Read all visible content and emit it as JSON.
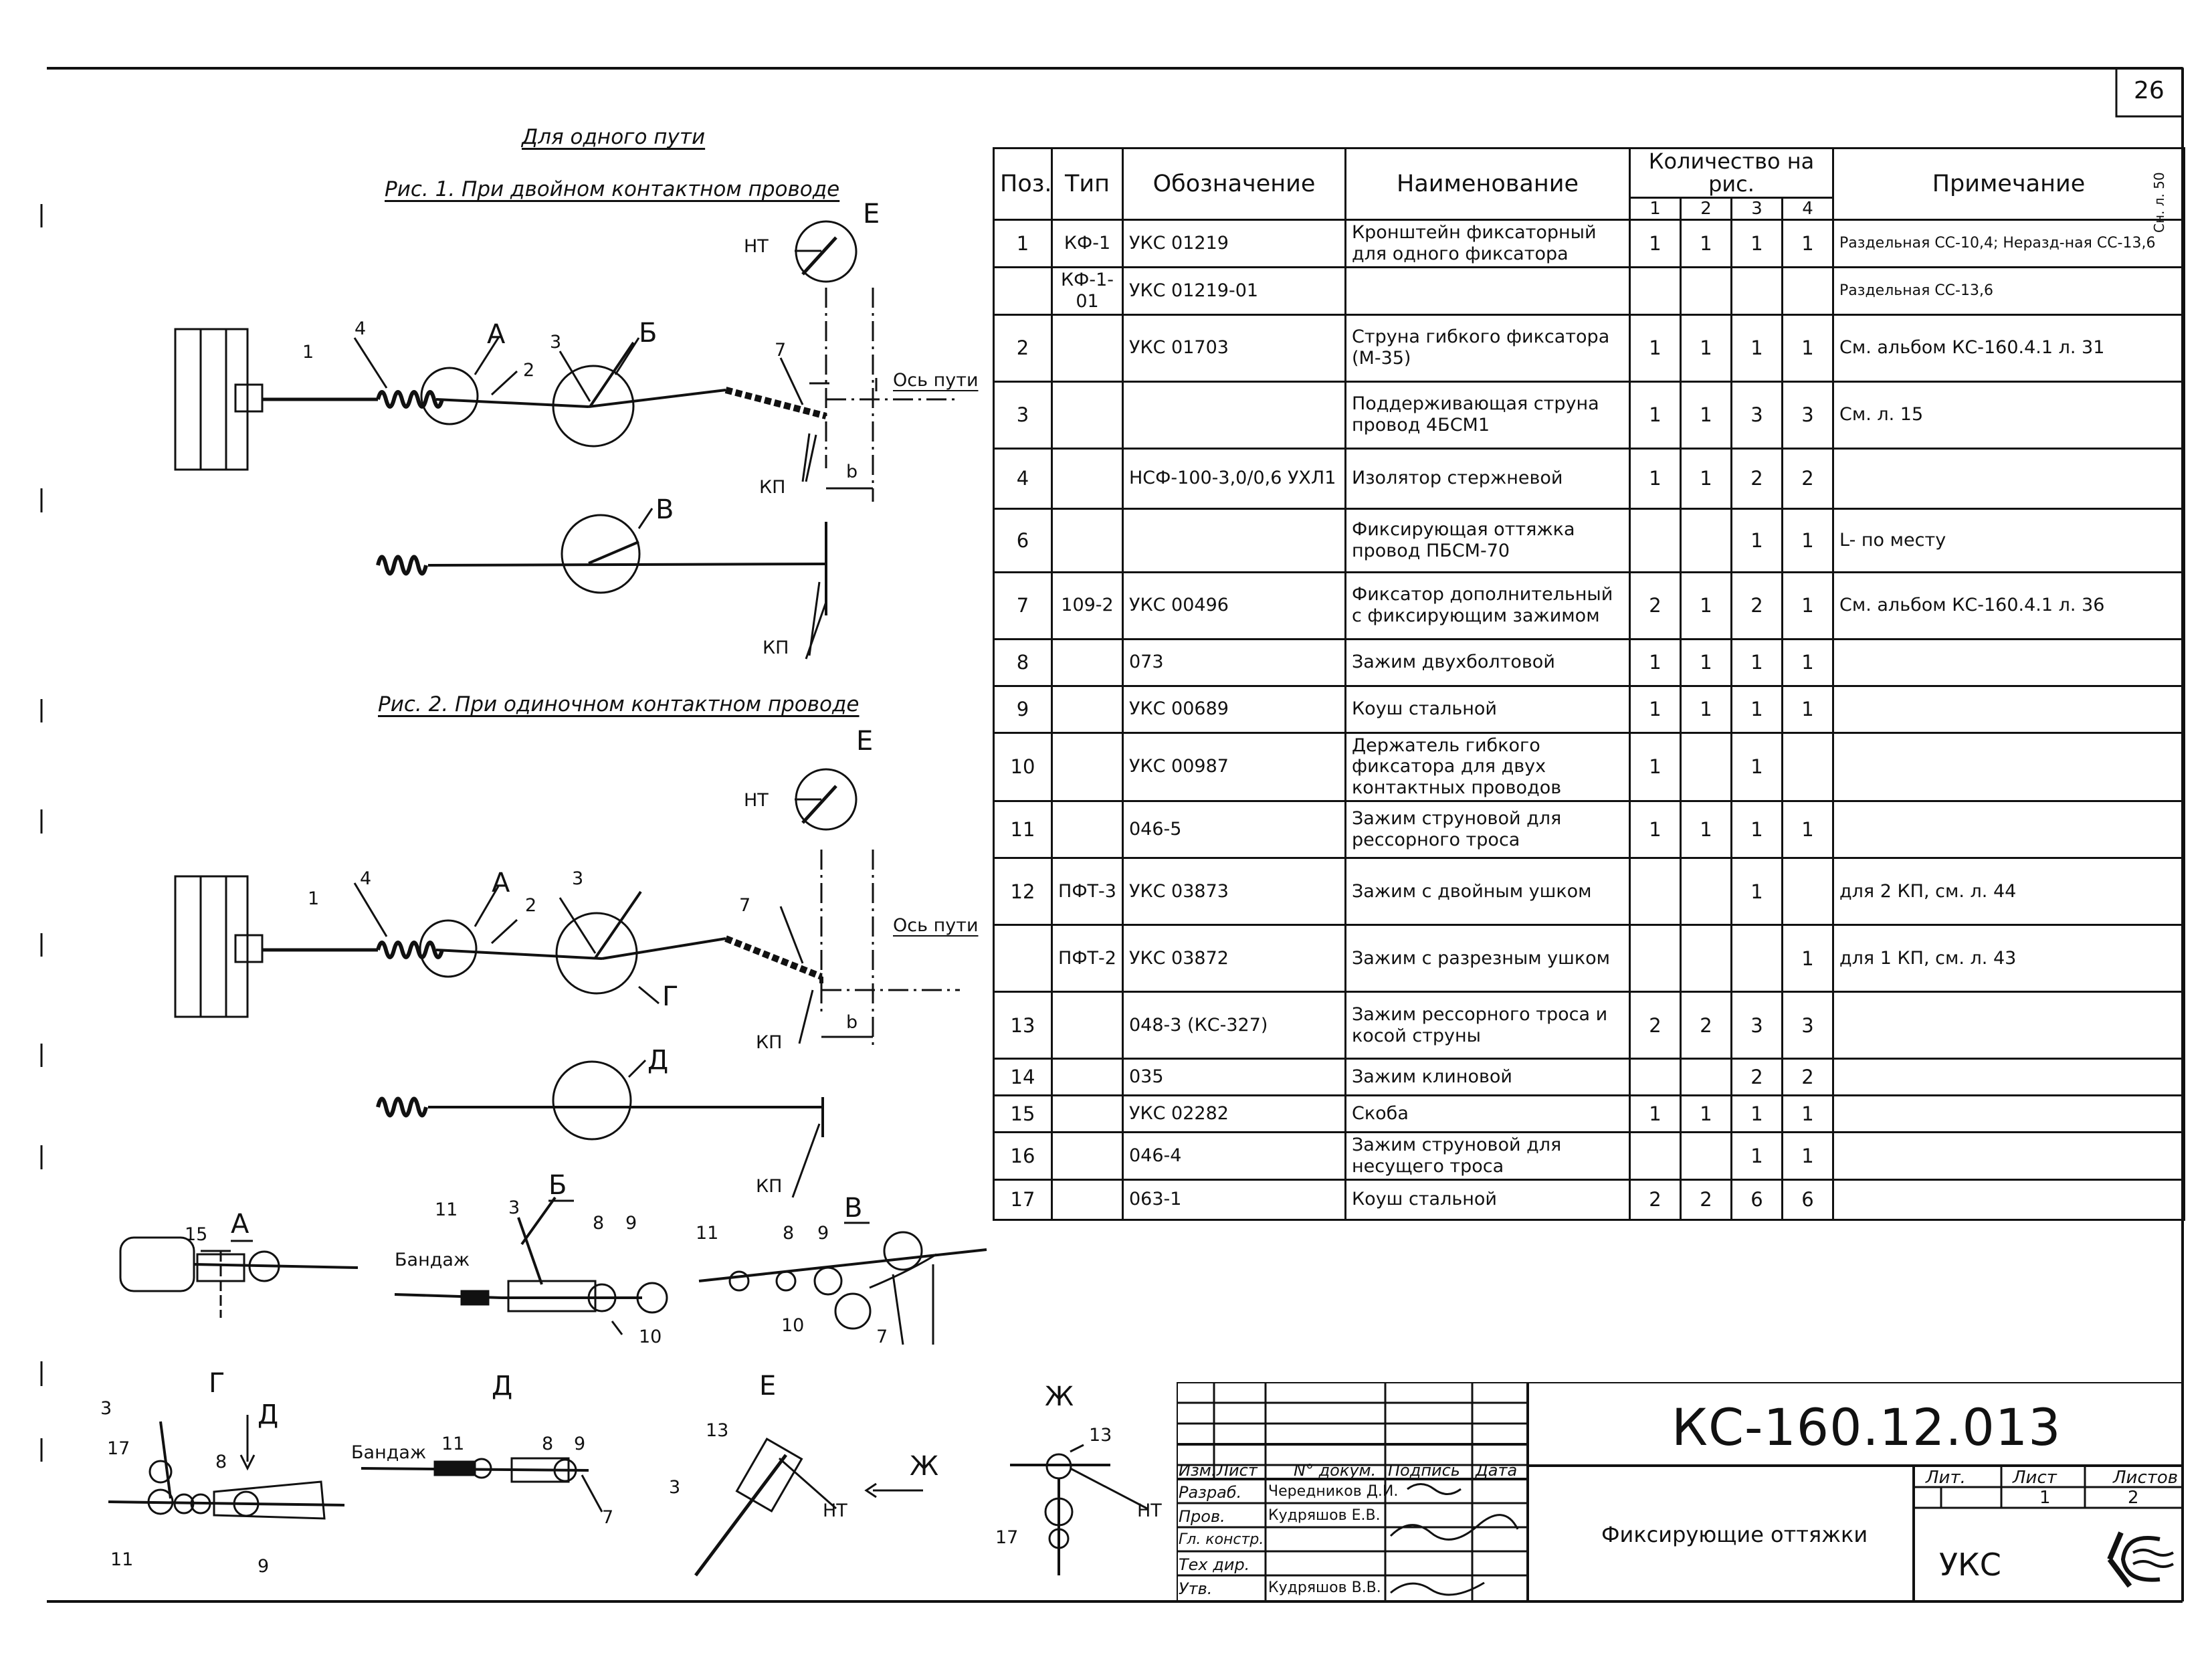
{
  "sheet_number": "26",
  "headings": {
    "track": "Для одного пути",
    "fig1": "Рис. 1. При двойном контактном проводе",
    "fig2": "Рис. 2. При одиночном контактном проводе"
  },
  "drawing_labels": {
    "HT": "НТ",
    "KP": "КП",
    "axis": "Ось пути",
    "b": "b",
    "bandage": "Бандаж",
    "letters": [
      "А",
      "Б",
      "В",
      "Г",
      "Д",
      "Е",
      "Ж"
    ],
    "callouts_fig1": [
      "1",
      "4",
      "3",
      "2",
      "7"
    ],
    "callouts_detail": [
      "15",
      "11",
      "3",
      "8",
      "9",
      "10",
      "7",
      "17",
      "13"
    ]
  },
  "table": {
    "headers": {
      "pos": "Поз.",
      "type": "Тип",
      "designation": "Обозначение",
      "name": "Наименование",
      "qty": "Количество на рис.",
      "qty_cols": [
        "1",
        "2",
        "3",
        "4"
      ],
      "note": "Примечание"
    },
    "rows": [
      {
        "pos": "1",
        "type": "КФ-1",
        "des": "УКС 01219",
        "name": "Кронштейн фиксаторный для одного фиксатора",
        "q": [
          "1",
          "1",
          "1",
          "1"
        ],
        "note": "Раздельная СС-10,4; Неразд-ная СС-13,6"
      },
      {
        "pos": "",
        "type": "КФ-1-01",
        "des": "УКС 01219-01",
        "name": "",
        "q": [
          "",
          "",
          "",
          ""
        ],
        "note": "Раздельная СС-13,6"
      },
      {
        "pos": "2",
        "type": "",
        "des": "УКС 01703",
        "name": "Струна гибкого фиксатора (М-35)",
        "q": [
          "1",
          "1",
          "1",
          "1"
        ],
        "note": "См. альбом КС-160.4.1 л. 31"
      },
      {
        "pos": "3",
        "type": "",
        "des": "",
        "name": "Поддерживающая струна провод 4БСМ1",
        "q": [
          "1",
          "1",
          "3",
          "3"
        ],
        "note": "См. л. 15"
      },
      {
        "pos": "4",
        "type": "",
        "des": "НСФ-100-3,0/0,6 УХЛ1",
        "name": "Изолятор стержневой",
        "q": [
          "1",
          "1",
          "2",
          "2"
        ],
        "note": ""
      },
      {
        "pos": "6",
        "type": "",
        "des": "",
        "name": "Фиксирующая оттяжка провод ПБСМ-70",
        "q": [
          "",
          "",
          "1",
          "1"
        ],
        "note": "L- по месту"
      },
      {
        "pos": "7",
        "type": "109-2",
        "des": "УКС 00496",
        "name": "Фиксатор дополнительный с фиксирующим зажимом",
        "q": [
          "2",
          "1",
          "2",
          "1"
        ],
        "note": "См. альбом КС-160.4.1 л. 36"
      },
      {
        "pos": "8",
        "type": "",
        "des": "073",
        "name": "Зажим двухболтовой",
        "q": [
          "1",
          "1",
          "1",
          "1"
        ],
        "note": ""
      },
      {
        "pos": "9",
        "type": "",
        "des": "УКС 00689",
        "name": "Коуш стальной",
        "q": [
          "1",
          "1",
          "1",
          "1"
        ],
        "note": ""
      },
      {
        "pos": "10",
        "type": "",
        "des": "УКС 00987",
        "name": "Держатель гибкого фиксатора для двух контактных проводов",
        "q": [
          "1",
          "",
          "1",
          ""
        ],
        "note": ""
      },
      {
        "pos": "11",
        "type": "",
        "des": "046-5",
        "name": "Зажим струновой для рессорного троса",
        "q": [
          "1",
          "1",
          "1",
          "1"
        ],
        "note": ""
      },
      {
        "pos": "12",
        "type": "ПФТ-3",
        "des": "УКС 03873",
        "name": "Зажим с двойным ушком",
        "q": [
          "",
          "",
          "1",
          ""
        ],
        "note": "для 2 КП, см. л. 44"
      },
      {
        "pos": "",
        "type": "ПФТ-2",
        "des": "УКС 03872",
        "name": "Зажим с разрезным ушком",
        "q": [
          "",
          "",
          "",
          "1"
        ],
        "note": "для 1 КП, см. л. 43"
      },
      {
        "pos": "13",
        "type": "",
        "des": "048-3 (КС-327)",
        "name": "Зажим рессорного троса и косой струны",
        "q": [
          "2",
          "2",
          "3",
          "3"
        ],
        "note": ""
      },
      {
        "pos": "14",
        "type": "",
        "des": "035",
        "name": "Зажим клиновой",
        "q": [
          "",
          "",
          "2",
          "2"
        ],
        "note": ""
      },
      {
        "pos": "15",
        "type": "",
        "des": "УКС 02282",
        "name": "Скоба",
        "q": [
          "1",
          "1",
          "1",
          "1"
        ],
        "note": ""
      },
      {
        "pos": "16",
        "type": "",
        "des": "046-4",
        "name": "Зажим струновой для несущего троса",
        "q": [
          "",
          "",
          "1",
          "1"
        ],
        "note": ""
      },
      {
        "pos": "17",
        "type": "",
        "des": "063-1",
        "name": "Коуш стальной",
        "q": [
          "2",
          "2",
          "6",
          "6"
        ],
        "note": ""
      }
    ],
    "side_note": "Сн. л. 50"
  },
  "title_block": {
    "doc_code": "КС-160.12.013",
    "title": "Фиксирующие оттяжки",
    "org": "УКС",
    "col_headers": {
      "izm": "Изм.",
      "list": "Лист",
      "doc": "N° докум.",
      "sign": "Подпись",
      "date": "Дата"
    },
    "roles": [
      {
        "role": "Разраб.",
        "person": "Чередников Д.И."
      },
      {
        "role": "Пров.",
        "person": "Кудряшов Е.В."
      },
      {
        "role": "Гл. констр.",
        "person": ""
      },
      {
        "role": "Тех дир.",
        "person": ""
      },
      {
        "role": "Утв.",
        "person": "Кудряшов В.В."
      }
    ],
    "lit_label": "Лит.",
    "sheet_label": "Лист",
    "sheets_label": "Листов",
    "sheet_value": "1",
    "sheets_value": "2"
  }
}
